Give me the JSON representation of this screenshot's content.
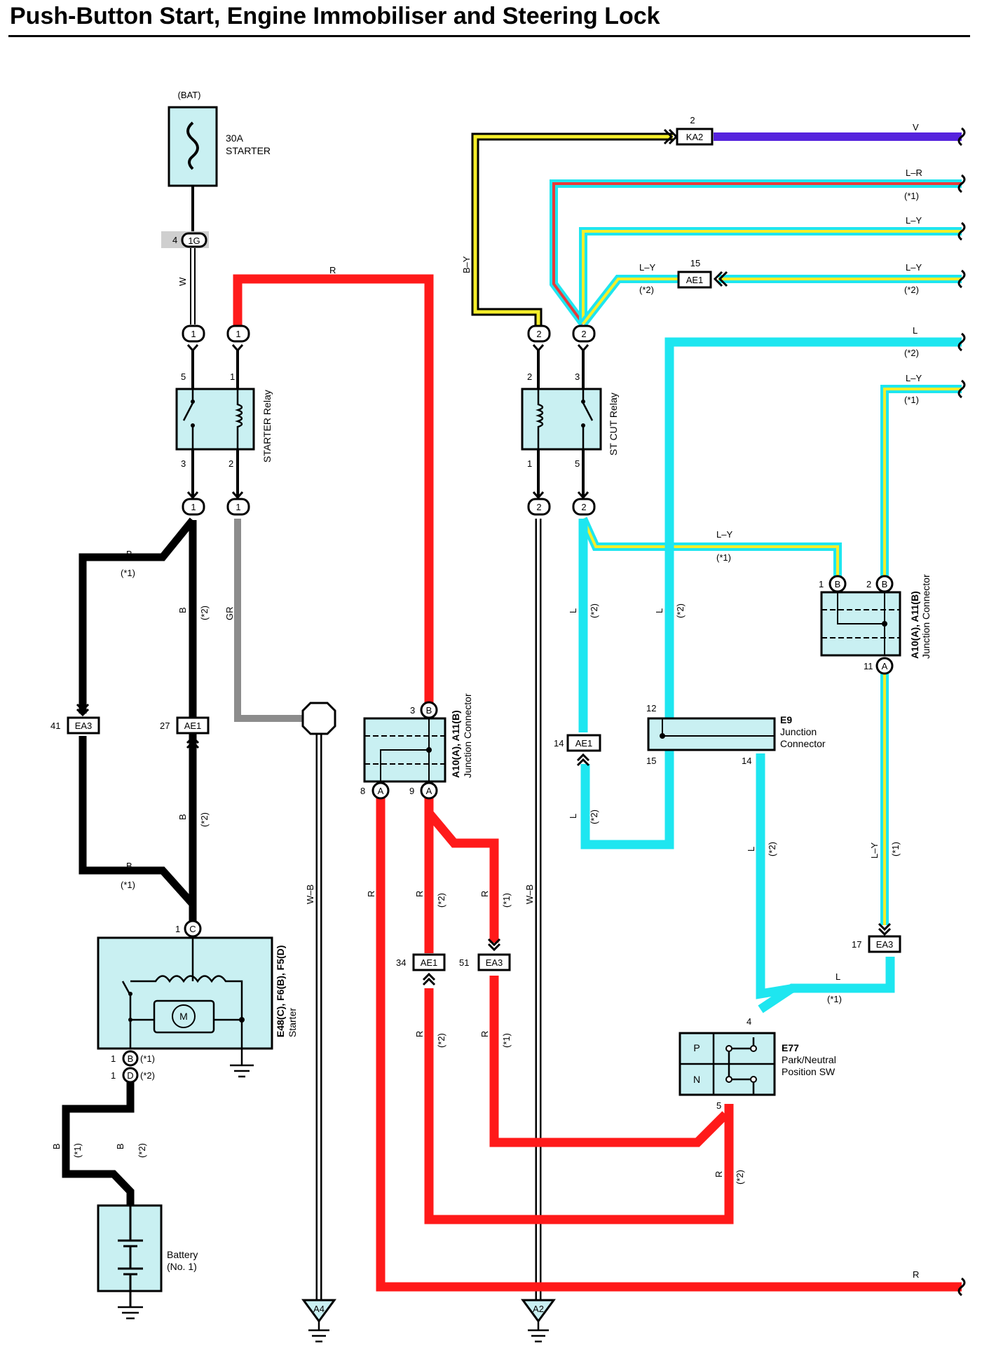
{
  "title": "Push-Button Start, Engine Immobiliser and Steering Lock",
  "colors": {
    "R": "#ff1a1a",
    "B": "#000000",
    "L": "#1ee6f0",
    "Y": "#f5ee2a",
    "V": "#5522dd",
    "GR": "#8c8c8c",
    "component_fill": "#c9f0f2"
  },
  "fuse": {
    "source": "(BAT)",
    "rating": "30A",
    "name": "STARTER",
    "icon": "fuse-icon"
  },
  "wires": {
    "w": "W",
    "r": "R",
    "b": "B",
    "gr": "GR",
    "wb": "W–B",
    "by": "B–Y",
    "v": "V",
    "lr": "L–R",
    "ly": "L–Y",
    "l": "L"
  },
  "notes": {
    "n1": "(*1)",
    "n2": "(*2)"
  },
  "pins": {
    "p1": "1",
    "p2": "2",
    "p3": "3",
    "p4": "4",
    "p5": "5",
    "p8": "8",
    "p9": "9",
    "p11": "11",
    "p12": "12",
    "p14": "14",
    "p15": "15",
    "p17": "17",
    "p27": "27",
    "p34": "34",
    "p41": "41",
    "p51": "51"
  },
  "connectors": {
    "c1g": "1G",
    "ka2": "KA2",
    "ae1": "AE1",
    "ea3": "EA3",
    "a": "A",
    "b": "B",
    "c": "C",
    "d": "D",
    "a4": "A4",
    "a2": "A2"
  },
  "components": {
    "starter_relay": "STARTER Relay",
    "st_cut_relay": "ST CUT Relay",
    "jc_code": "A10(A), A11(B)",
    "jc_name": "Junction Connector",
    "e9_code": "E9",
    "e9_line1": "Junction",
    "e9_line2": "Connector",
    "starter_code": "E48(C), F6(B), F5(D)",
    "starter_name": "Starter",
    "motor": "M",
    "e77_code": "E77",
    "e77_line1": "Park/Neutral",
    "e77_line2": "Position SW",
    "e77_p": "P",
    "e77_n": "N",
    "battery_line1": "Battery",
    "battery_line2": "(No. 1)"
  }
}
